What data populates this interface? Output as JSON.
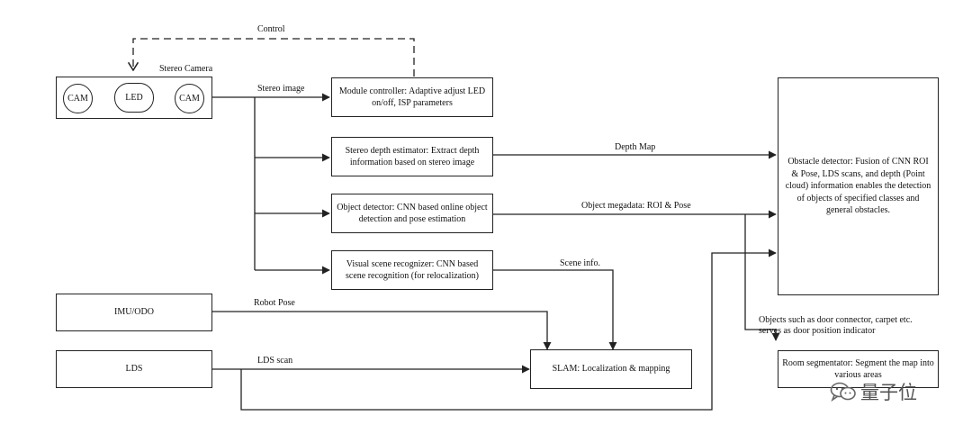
{
  "labels": {
    "control": "Control",
    "stereo_camera": "Stereo Camera",
    "stereo_image": "Stereo image",
    "depth_map": "Depth Map",
    "object_megadata": "Object megadata: ROI & Pose",
    "scene_info": "Scene info.",
    "robot_pose": "Robot Pose",
    "lds_scan": "LDS scan",
    "door_note_line1": "Objects such as door connector, carpet etc.",
    "door_note_line2": "serves as door position indicator"
  },
  "camera": {
    "cam_left": "CAM",
    "led": "LED",
    "cam_right": "CAM"
  },
  "boxes": {
    "module_controller": "Module controller: Adaptive adjust LED on/off, ISP parameters",
    "stereo_depth": "Stereo depth estimator: Extract depth information based on stereo image",
    "object_detector": "Object detector: CNN based online object detection and pose estimation",
    "visual_scene": "Visual scene recognizer: CNN based scene recognition (for relocalization)",
    "imu_odo": "IMU/ODO",
    "lds": "LDS",
    "slam": "SLAM: Localization & mapping",
    "obstacle_detector": "Obstacle detector: Fusion of  CNN ROI & Pose, LDS scans, and depth (Point cloud) information enables the detection of  objects of specified classes and general obstacles.",
    "room_segmentator": "Room segmentator: Segment the map into various areas"
  },
  "watermark": {
    "text": "量子位",
    "icon": "wechat-icon"
  },
  "colors": {
    "line": "#222222",
    "background": "#ffffff"
  }
}
